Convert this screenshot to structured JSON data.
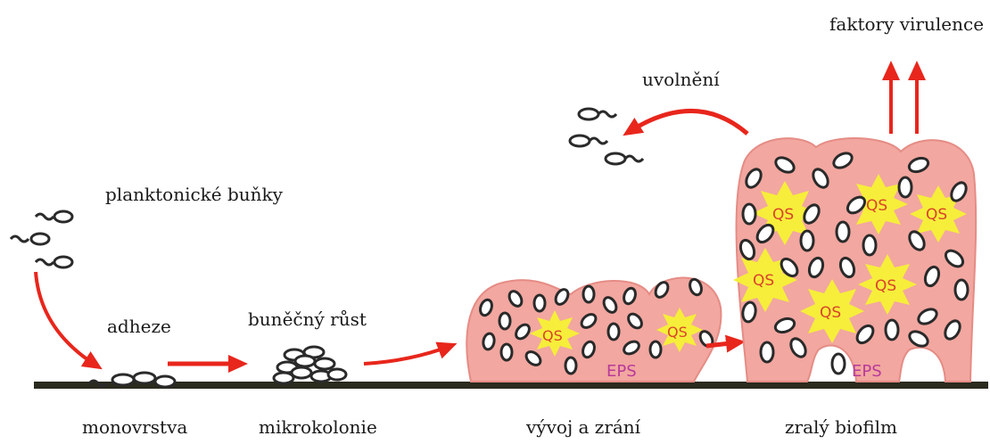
{
  "labels": {
    "planktonic": "planktonické buňky",
    "adhesion": "adheze",
    "cell_growth": "buněčný růst",
    "release": "uvolnění",
    "virulence": "faktory virulence"
  },
  "stages": {
    "monolayer": "monovrstva",
    "microcolony": "mikrokolonie",
    "development": "vývoj a zrání",
    "mature": "zralý biofilm"
  },
  "markers": {
    "qs": "QS",
    "eps": "EPS"
  },
  "colors": {
    "arrow": "#e8261c",
    "biofilm_fill": "#f2a7a0",
    "biofilm_edge": "#e58c85",
    "qs_star": "#f6ee3a",
    "qs_text": "#d9442a",
    "eps_text": "#b83a9a",
    "cell_outline": "#2a2a2a",
    "surface": "#2b2b1e"
  },
  "icons": {
    "bacterium": "rod-cell-with-flagellum",
    "quorum_sensing": "yellow-starburst"
  }
}
